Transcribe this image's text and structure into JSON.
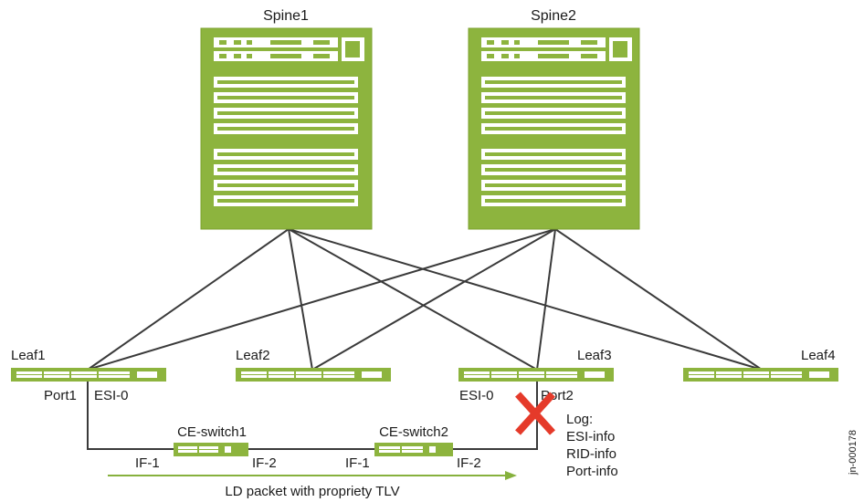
{
  "colors": {
    "accent": "#8db43e",
    "accent_dark": "#7ca22f",
    "line": "#3a3a3a",
    "error": "#e53a2a",
    "arrow": "#86b13d"
  },
  "spines": [
    {
      "label": "Spine1"
    },
    {
      "label": "Spine2"
    }
  ],
  "leaves": [
    {
      "label": "Leaf1",
      "port_left": "Port1",
      "port_right": "ESI-0"
    },
    {
      "label": "Leaf2"
    },
    {
      "label": "Leaf3",
      "port_left": "ESI-0",
      "port_right": "Port2"
    },
    {
      "label": "Leaf4"
    }
  ],
  "ce_switches": [
    {
      "label": "CE-switch1",
      "if_left": "IF-1",
      "if_right": "IF-2"
    },
    {
      "label": "CE-switch2",
      "if_left": "IF-1",
      "if_right": "IF-2"
    }
  ],
  "failure_icon": "x-mark-icon",
  "log": {
    "title": "Log:",
    "lines": [
      "ESI-info",
      "RID-info",
      "Port-info"
    ]
  },
  "arrow_caption": "LD packet with propriety TLV",
  "figure_id": "jn-000178"
}
